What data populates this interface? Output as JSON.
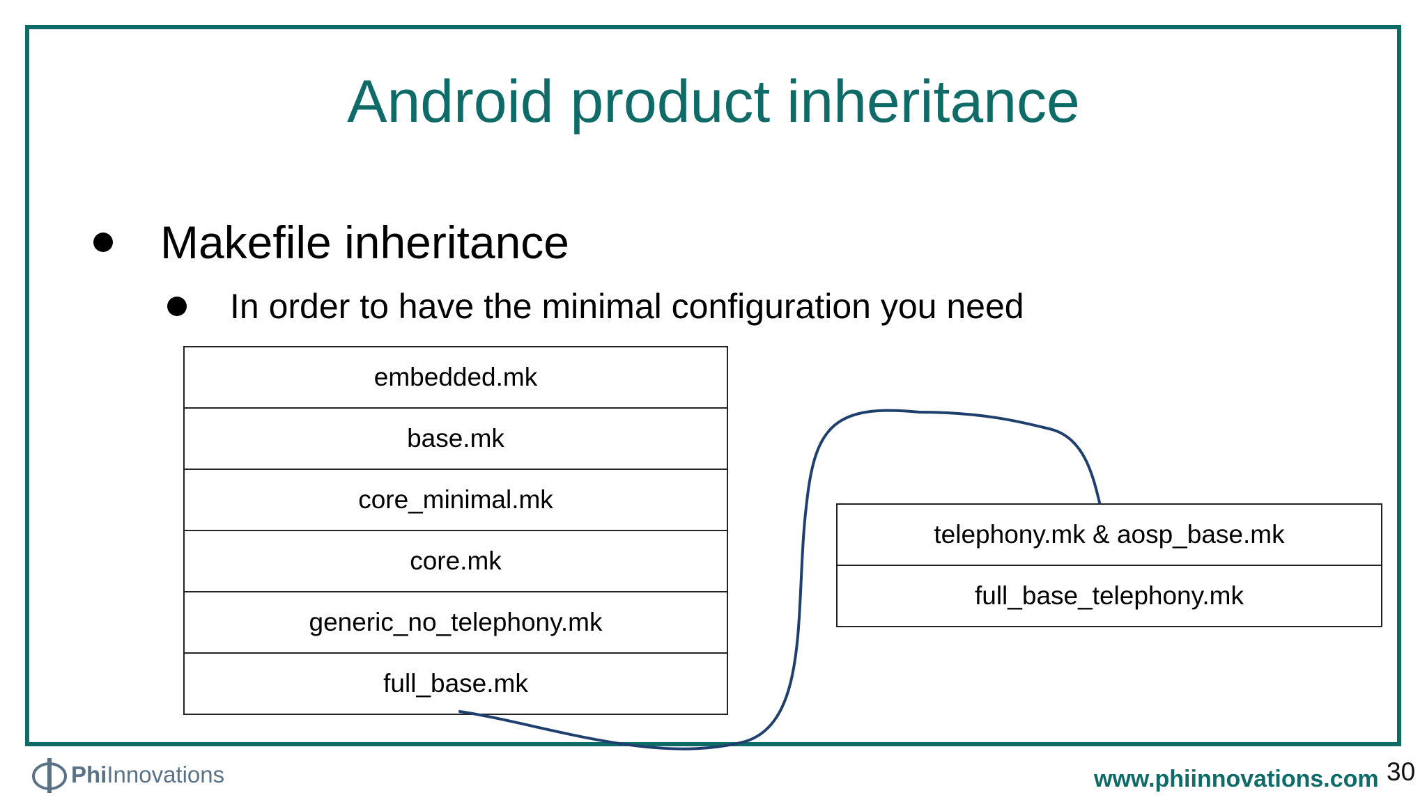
{
  "slide": {
    "title": "Android product inheritance",
    "bullet_level1": "Makefile inheritance",
    "bullet_level2": "In order to have the minimal configuration you need",
    "page_number": "30"
  },
  "left_stack": [
    "embedded.mk",
    "base.mk",
    "core_minimal.mk",
    "core.mk",
    "generic_no_telephony.mk",
    "full_base.mk"
  ],
  "right_stack": [
    "telephony.mk & aosp_base.mk",
    "full_base_telephony.mk"
  ],
  "footer": {
    "logo_bold": "Phi",
    "logo_rest": "Innovations",
    "url": "www.phiinnovations.com"
  },
  "colors": {
    "accent": "#0e6b68",
    "connector": "#1f3f6e",
    "logo": "#5a7286"
  },
  "icons": {
    "logo": "phi-symbol-icon"
  }
}
